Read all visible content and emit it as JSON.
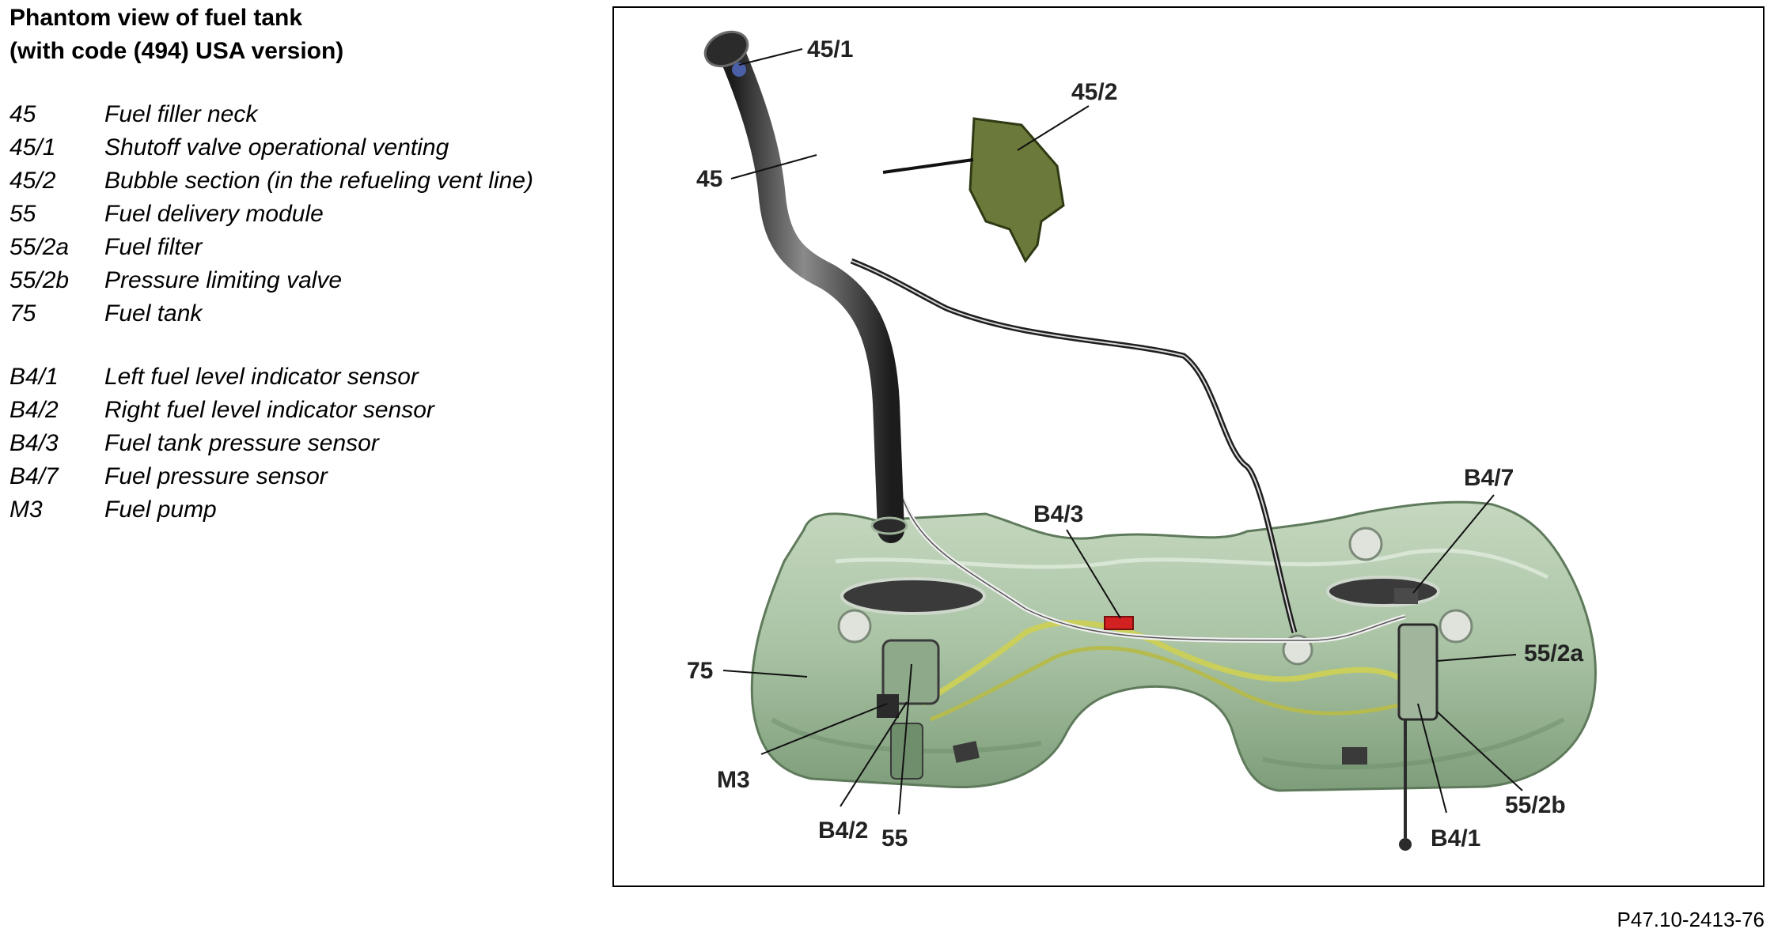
{
  "title": {
    "line1": "Phantom view of fuel tank",
    "line2": "(with code (494) USA version)"
  },
  "legend": {
    "group1": [
      {
        "code": "45",
        "desc": "Fuel filler neck"
      },
      {
        "code": "45/1",
        "desc": "Shutoff valve operational venting"
      },
      {
        "code": "45/2",
        "desc": "Bubble section (in the refueling vent line)"
      },
      {
        "code": "55",
        "desc": "Fuel delivery module"
      },
      {
        "code": "55/2a",
        "desc": "Fuel filter"
      },
      {
        "code": "55/2b",
        "desc": "Pressure limiting valve"
      },
      {
        "code": "75",
        "desc": "Fuel tank"
      }
    ],
    "group2": [
      {
        "code": "B4/1",
        "desc": "Left fuel level indicator sensor"
      },
      {
        "code": "B4/2",
        "desc": "Right fuel level indicator sensor"
      },
      {
        "code": "B4/3",
        "desc": "Fuel tank pressure sensor"
      },
      {
        "code": "B4/7",
        "desc": "Fuel pressure sensor"
      },
      {
        "code": "M3",
        "desc": "Fuel pump"
      }
    ]
  },
  "diagram": {
    "callouts": {
      "c45_1": "45/1",
      "c45_2": "45/2",
      "c45": "45",
      "cB4_3": "B4/3",
      "cB4_7": "B4/7",
      "c55_2a": "55/2a",
      "c75": "75",
      "cM3": "M3",
      "cB4_2": "B4/2",
      "c55": "55",
      "cB4_1": "B4/1",
      "c55_2b": "55/2b"
    },
    "colors": {
      "tank": "#a9c3a4",
      "tank_shadow": "#6f8f6c",
      "pipe": "#2b2b2b",
      "fuel_line": "#c9cf5a",
      "sensor_red": "#d32020",
      "bubble_section": "#6b7a3a"
    }
  },
  "reference": "P47.10-2413-76"
}
